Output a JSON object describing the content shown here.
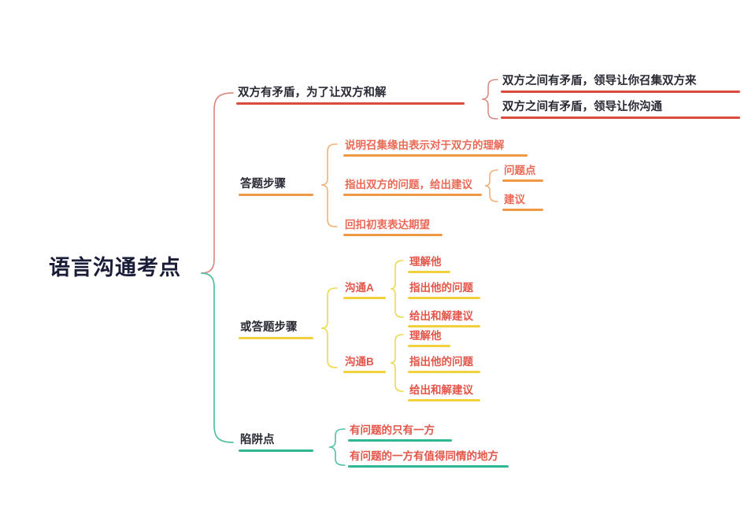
{
  "document": {
    "type": "mind-map",
    "root": "语言沟通考点"
  },
  "colors": {
    "root_text": "#1b1c38",
    "node_text": "#2a2a35",
    "leaf_text_red": "#e2564a",
    "leaf_text_salmon": "#ea6a58",
    "underline_red": "#d94b3f",
    "underline_orange": "#ef9845",
    "underline_yellow": "#f2d23c",
    "underline_green": "#2fb693",
    "brace_red": "#d98d82",
    "brace_orange": "#efb277",
    "brace_yellow": "#ecd94e",
    "brace_green": "#52bfa0",
    "background": "#ffffff"
  },
  "branches": [
    {
      "id": "branch-1",
      "label": "双方有矛盾，为了让双方和解",
      "accent": "red",
      "children": [
        {
          "label": "双方之间有矛盾，领导让你召集双方来",
          "accent": "red"
        },
        {
          "label": "双方之间有矛盾，领导让你沟通",
          "accent": "red"
        }
      ]
    },
    {
      "id": "branch-2",
      "label": "答题步骤",
      "accent": "orange",
      "children": [
        {
          "label": "说明召集缘由表示对于双方的理解",
          "accent": "orange",
          "children": []
        },
        {
          "label": "指出双方的问题，给出建议",
          "accent": "orange",
          "children": [
            {
              "label": "问题点",
              "accent": "orange"
            },
            {
              "label": "建议",
              "accent": "orange"
            }
          ]
        },
        {
          "label": "回扣初衷表达期望",
          "accent": "orange",
          "children": []
        }
      ]
    },
    {
      "id": "branch-3",
      "label": "或答题步骤",
      "accent": "yellow",
      "children": [
        {
          "label": "沟通A",
          "accent": "yellow",
          "children": [
            {
              "label": "理解他",
              "accent": "yellow"
            },
            {
              "label": "指出他的问题",
              "accent": "yellow"
            },
            {
              "label": "给出和解建议",
              "accent": "yellow"
            }
          ]
        },
        {
          "label": "沟通B",
          "accent": "yellow",
          "children": [
            {
              "label": "理解他",
              "accent": "yellow"
            },
            {
              "label": "指出他的问题",
              "accent": "yellow"
            },
            {
              "label": "给出和解建议",
              "accent": "yellow"
            }
          ]
        }
      ]
    },
    {
      "id": "branch-4",
      "label": "陷阱点",
      "accent": "green",
      "children": [
        {
          "label": "有问题的只有一方",
          "accent": "green"
        },
        {
          "label": "有问题的一方有值得同情的地方",
          "accent": "green"
        }
      ]
    }
  ]
}
